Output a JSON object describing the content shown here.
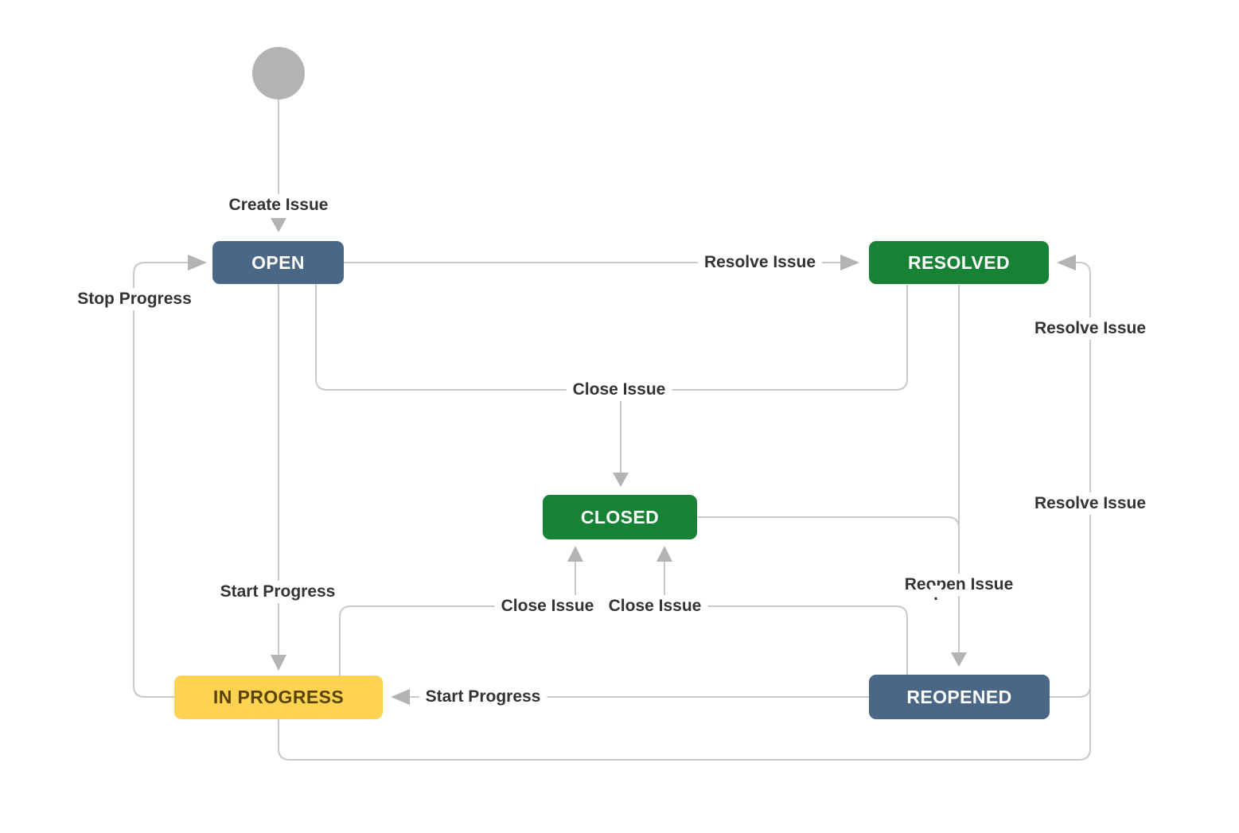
{
  "colors": {
    "slate": "#4a6785",
    "green": "#178235",
    "yellow": "#ffd351",
    "yellowText": "#594300",
    "labelText": "#333333",
    "line": "#c9c9c9",
    "arrow": "#b3b3b3",
    "startNode": "#b3b3b3",
    "background": "#ffffff"
  },
  "nodes": {
    "open": {
      "label": "OPEN",
      "color": "slate"
    },
    "resolved": {
      "label": "RESOLVED",
      "color": "green"
    },
    "closed": {
      "label": "CLOSED",
      "color": "green"
    },
    "in_progress": {
      "label": "IN PROGRESS",
      "color": "yellow"
    },
    "reopened": {
      "label": "REOPENED",
      "color": "slate"
    }
  },
  "labels": {
    "create_issue": "Create Issue",
    "resolve_issue_top": "Resolve Issue",
    "resolve_issue_right_upper": "Resolve Issue",
    "resolve_issue_right_lower": "Resolve Issue",
    "close_issue_center": "Close Issue",
    "close_issue_from_in_progress": "Close Issue",
    "close_issue_from_reopened": "Close Issue",
    "start_progress_down": "Start Progress",
    "start_progress_left": "Start Progress",
    "stop_progress": "Stop Progress",
    "reopen_issue": "Reopen Issue",
    "reopen_issue_dot": "."
  },
  "transitions": [
    {
      "label": "Create Issue",
      "from": "start",
      "to": "open"
    },
    {
      "label": "Resolve Issue",
      "from": "open",
      "to": "resolved"
    },
    {
      "label": "Close Issue",
      "from": "open",
      "to": "closed"
    },
    {
      "label": "Close Issue",
      "from": "resolved",
      "to": "closed"
    },
    {
      "label": "Start Progress",
      "from": "open",
      "to": "in_progress"
    },
    {
      "label": "Stop Progress",
      "from": "in_progress",
      "to": "open"
    },
    {
      "label": "Close Issue",
      "from": "in_progress",
      "to": "closed"
    },
    {
      "label": "Close Issue",
      "from": "reopened",
      "to": "closed"
    },
    {
      "label": "Reopen Issue",
      "from": "resolved",
      "to": "reopened"
    },
    {
      "label": "Reopen Issue",
      "from": "closed",
      "to": "reopened"
    },
    {
      "label": "Start Progress",
      "from": "reopened",
      "to": "in_progress"
    },
    {
      "label": "Resolve Issue",
      "from": "in_progress",
      "to": "resolved"
    },
    {
      "label": "Resolve Issue",
      "from": "reopened",
      "to": "resolved"
    }
  ]
}
